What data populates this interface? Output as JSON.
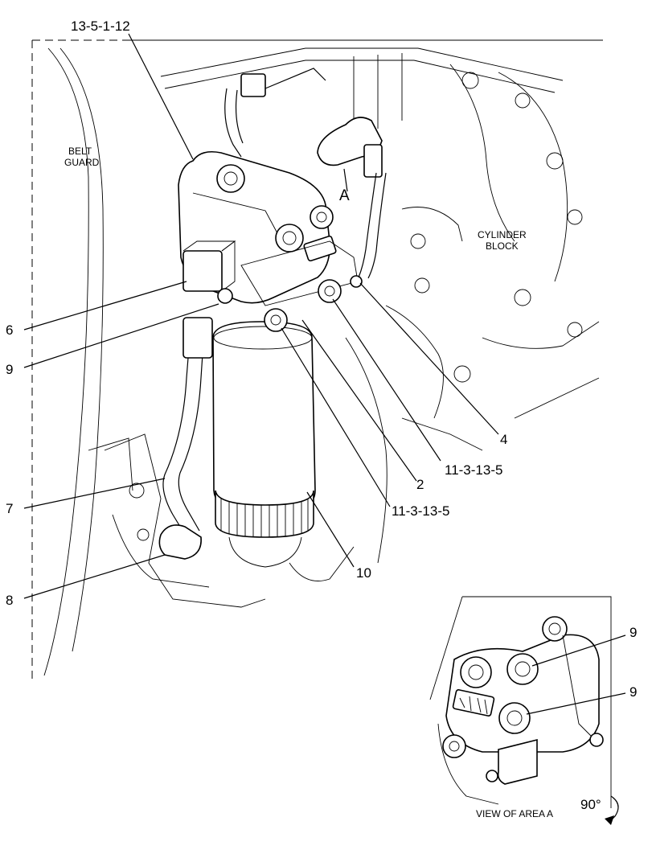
{
  "callouts": {
    "c_13_5_1_12": "13-5-1-12",
    "c_6": "6",
    "c_9": "9",
    "c_7": "7",
    "c_8": "8",
    "c_4": "4",
    "c_11_3_13_5_a": "11-3-13-5",
    "c_2": "2",
    "c_11_3_13_5_b": "11-3-13-5",
    "c_10": "10",
    "c_9_inset_top": "9",
    "c_9_inset_bottom": "9",
    "c_A": "A"
  },
  "regions": {
    "belt_guard_line1": "BELT",
    "belt_guard_line2": "GUARD",
    "cylinder_block_line1": "CYLINDER",
    "cylinder_block_line2": "BLOCK"
  },
  "inset": {
    "caption": "VIEW OF AREA  A",
    "rotation": "90°"
  }
}
